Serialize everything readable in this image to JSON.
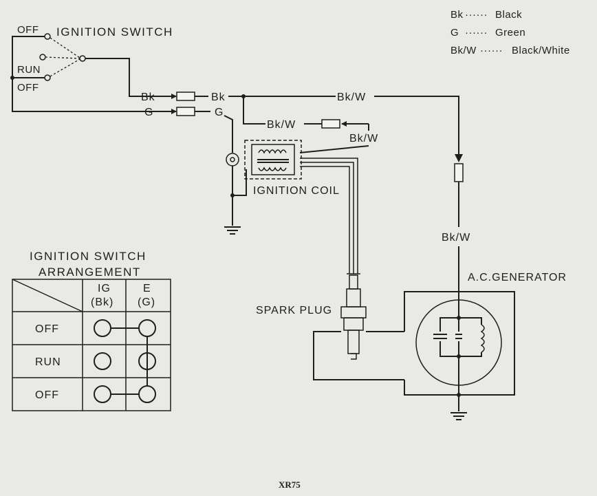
{
  "legend": [
    {
      "code": "Bk",
      "dots": "······",
      "meaning": "Black"
    },
    {
      "code": "G",
      "dots": "······",
      "meaning": "Green"
    },
    {
      "code": "Bk/W",
      "dots": "······",
      "meaning": "Black/White"
    }
  ],
  "switch": {
    "title": "IGNITION SWITCH",
    "pos_off_top": "OFF",
    "pos_run": "RUN",
    "pos_off_bottom": "OFF"
  },
  "wires": {
    "bk_1": "Bk",
    "bk_2": "Bk",
    "g_1": "G",
    "g_2": "G",
    "bkw_top": "Bk/W",
    "bkw_mid": "Bk/W",
    "bkw_short": "Bk/W",
    "bkw_vertical": "Bk/W"
  },
  "components": {
    "ignition_coil": "IGNITION COIL",
    "spark_plug": "SPARK PLUG",
    "ac_generator": "A.C.GENERATOR"
  },
  "arrangement": {
    "title_line1": "IGNITION SWITCH",
    "title_line2": "ARRANGEMENT",
    "col1_top": "IG",
    "col1_bottom": "(Bk)",
    "col2_top": "E",
    "col2_bottom": "(G)",
    "rows": [
      "OFF",
      "RUN",
      "OFF"
    ],
    "connected": [
      true,
      false,
      true
    ]
  },
  "footer": "XR75"
}
